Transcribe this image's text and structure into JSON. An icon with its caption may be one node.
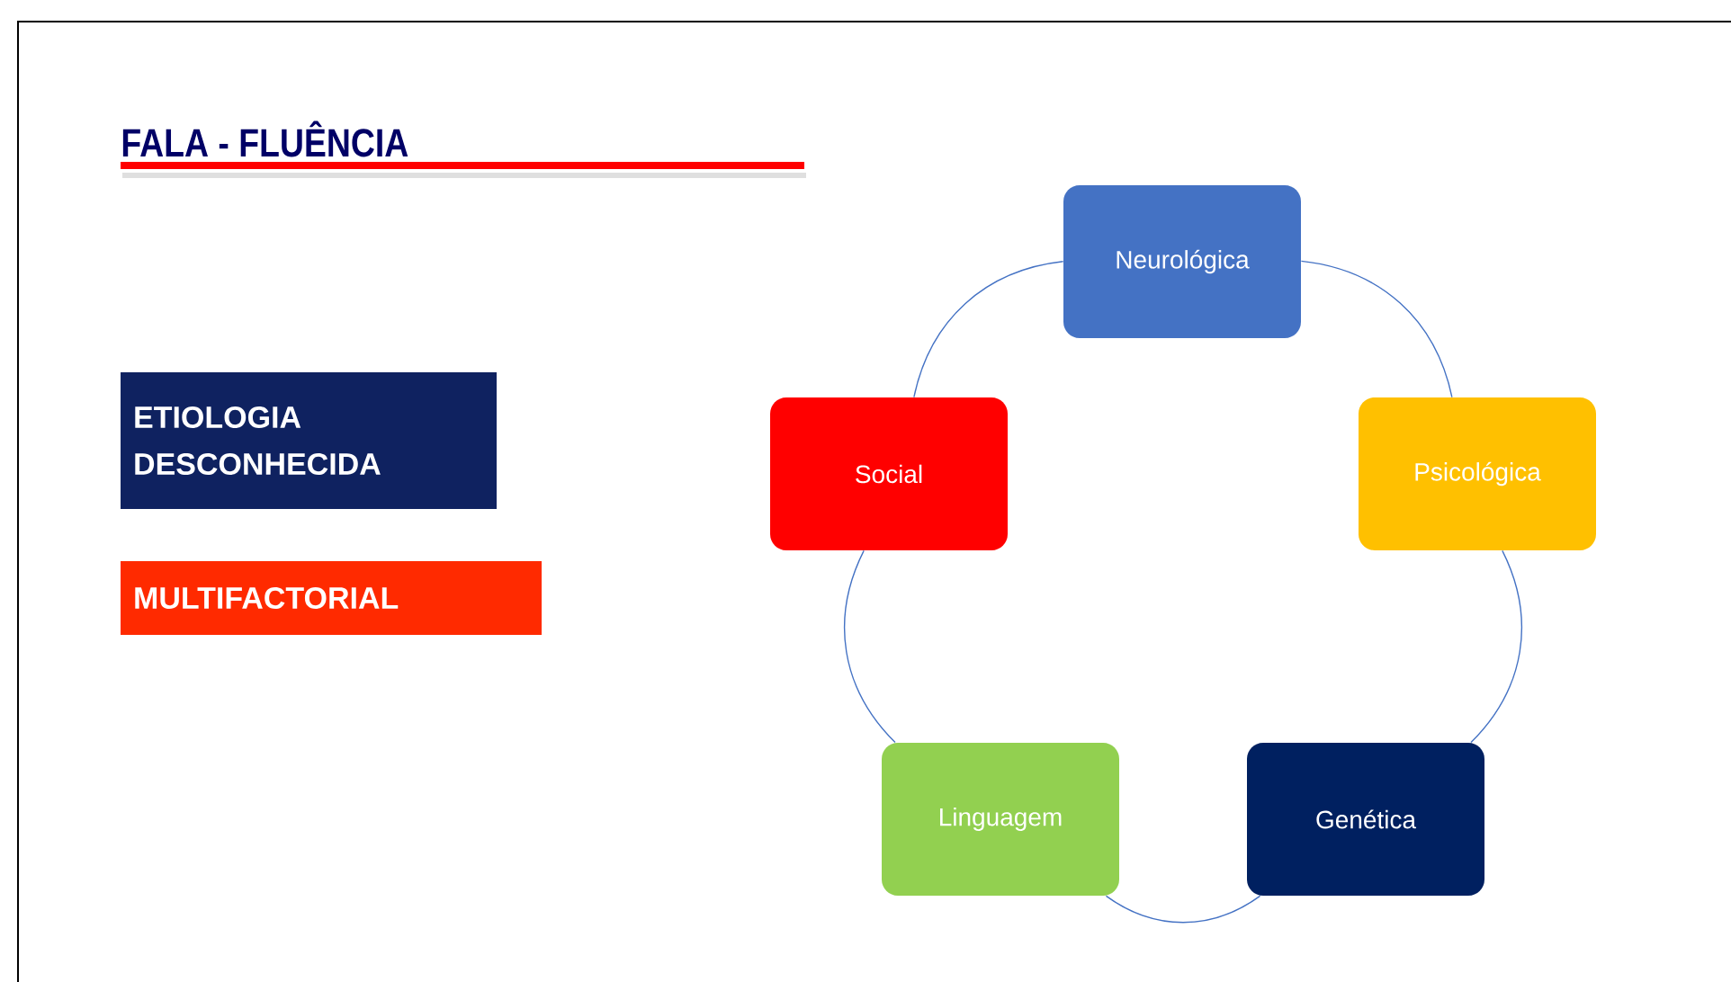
{
  "diagram": {
    "title": "FALA - FLUÊNCIA",
    "nodes": [
      {
        "text": [
          "ETIOLOGIA DESCONHECIDA"
        ]
      },
      {
        "text": [
          "MULTIFACTORIAL"
        ]
      },
      {
        "text": [
          "Neurológica"
        ]
      },
      {
        "text": [
          "Social"
        ]
      },
      {
        "text": [
          "Psicológica"
        ]
      },
      {
        "text": [
          "Linguagem"
        ]
      },
      {
        "text": [
          "Genética"
        ]
      }
    ],
    "edges": [
      {
        "from": 2,
        "to": 4,
        "arrow": "none"
      },
      {
        "from": 4,
        "to": 6,
        "arrow": "none"
      },
      {
        "from": 6,
        "to": 5,
        "arrow": "none"
      },
      {
        "from": 5,
        "to": 3,
        "arrow": "none"
      },
      {
        "from": 3,
        "to": 2,
        "arrow": "none"
      }
    ]
  }
}
